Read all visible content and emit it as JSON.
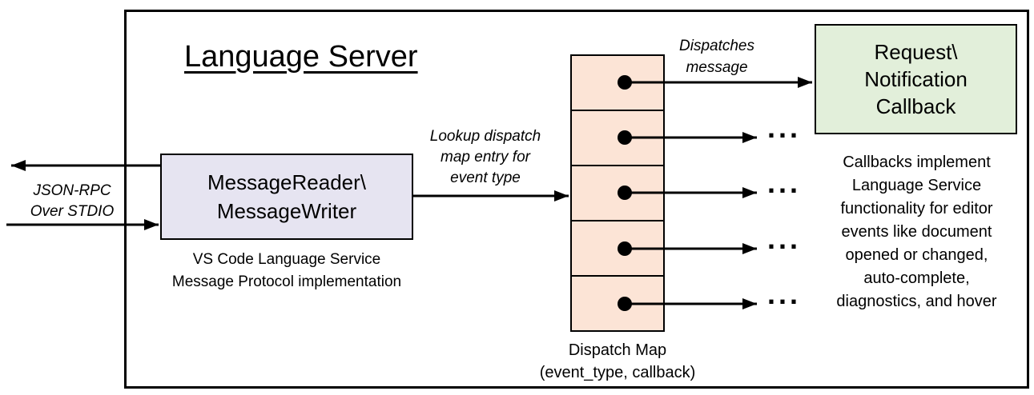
{
  "title": "Language Server",
  "stdio": {
    "label_lines": [
      "JSON-RPC",
      "Over STDIO"
    ]
  },
  "reader_box": {
    "label_lines": [
      "MessageReader\\",
      "MessageWriter"
    ],
    "caption_lines": [
      "VS Code Language Service",
      "Message Protocol implementation"
    ]
  },
  "lookup_label_lines": [
    "Lookup dispatch",
    "map entry for",
    "event type"
  ],
  "dispatches_label_lines": [
    "Dispatches",
    "message"
  ],
  "dispatch_map": {
    "label_lines": [
      "Dispatch Map",
      "(event_type, callback)"
    ],
    "cell_count": 5
  },
  "callback_box": {
    "label_lines": [
      "Request\\",
      "Notification",
      "Callback"
    ]
  },
  "callbacks_note_lines": [
    "Callbacks implement",
    "Language Service",
    "functionality for editor",
    "events like document",
    "opened or changed,",
    "auto-complete,",
    "diagnostics, and hover"
  ],
  "ellipsis": "...",
  "colors": {
    "reader_fill": "#e6e4f1",
    "dispatch_fill": "#fce4d6",
    "callback_fill": "#e2efda",
    "line": "#000000"
  }
}
